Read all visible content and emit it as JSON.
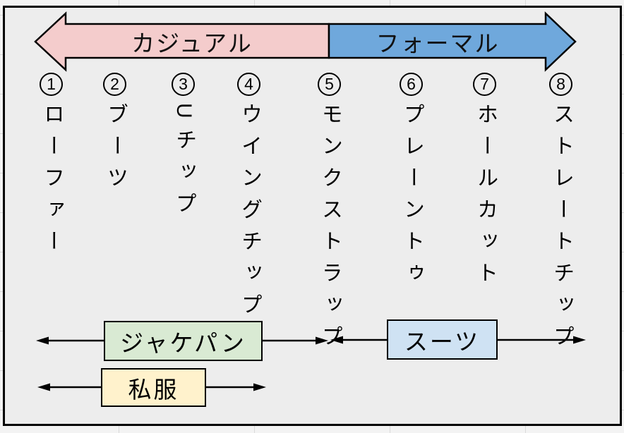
{
  "diagram": {
    "axis": {
      "casual_label": "カジュアル",
      "formal_label": "フォーマル",
      "casual_color": "#f4cccc",
      "formal_color": "#6fa8dc",
      "outline_color": "#000000"
    },
    "shoes": [
      {
        "no": "1",
        "name": "ローファー"
      },
      {
        "no": "2",
        "name": "ブーツ"
      },
      {
        "no": "3",
        "name": "Uチップ"
      },
      {
        "no": "4",
        "name": "ウイングチップ"
      },
      {
        "no": "5",
        "name": "モンクストラップ"
      },
      {
        "no": "6",
        "name": "プレーントゥ"
      },
      {
        "no": "7",
        "name": "ホールカット"
      },
      {
        "no": "8",
        "name": "ストレートチップ"
      }
    ],
    "ranges": [
      {
        "label": "ジャケパン",
        "color": "#d9ead3"
      },
      {
        "label": "スーツ",
        "color": "#cfe2f3"
      },
      {
        "label": "私服",
        "color": "#fff2cc"
      }
    ]
  }
}
